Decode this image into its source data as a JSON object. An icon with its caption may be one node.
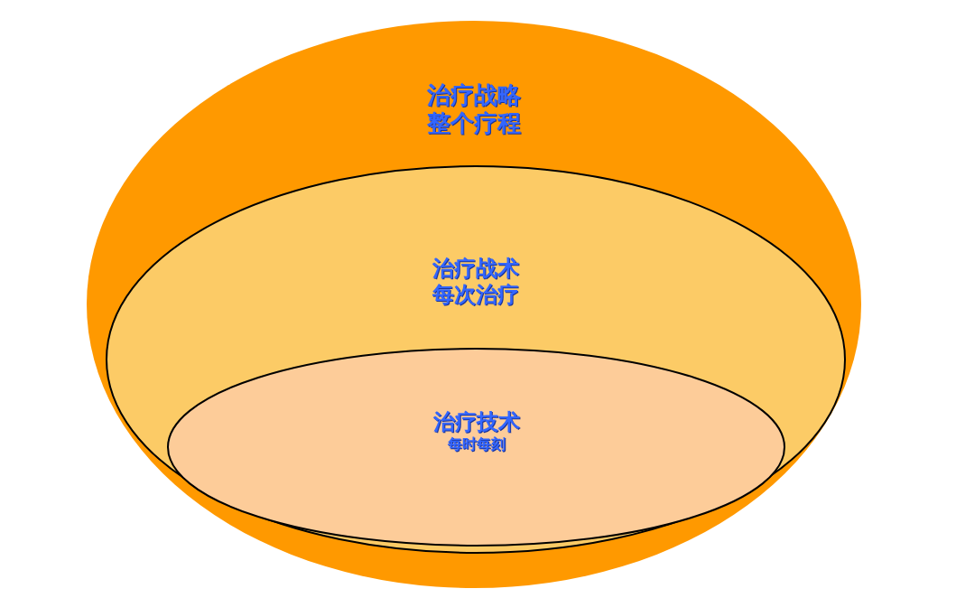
{
  "diagram": {
    "nodes": [
      {
        "text": [
          "治疗战略",
          "整个疗程"
        ]
      },
      {
        "text": [
          "治疗战术",
          "每次治疗"
        ],
        "in": 0
      },
      {
        "text": [
          "治疗技术",
          "每时每刻"
        ],
        "in": 1
      }
    ]
  }
}
